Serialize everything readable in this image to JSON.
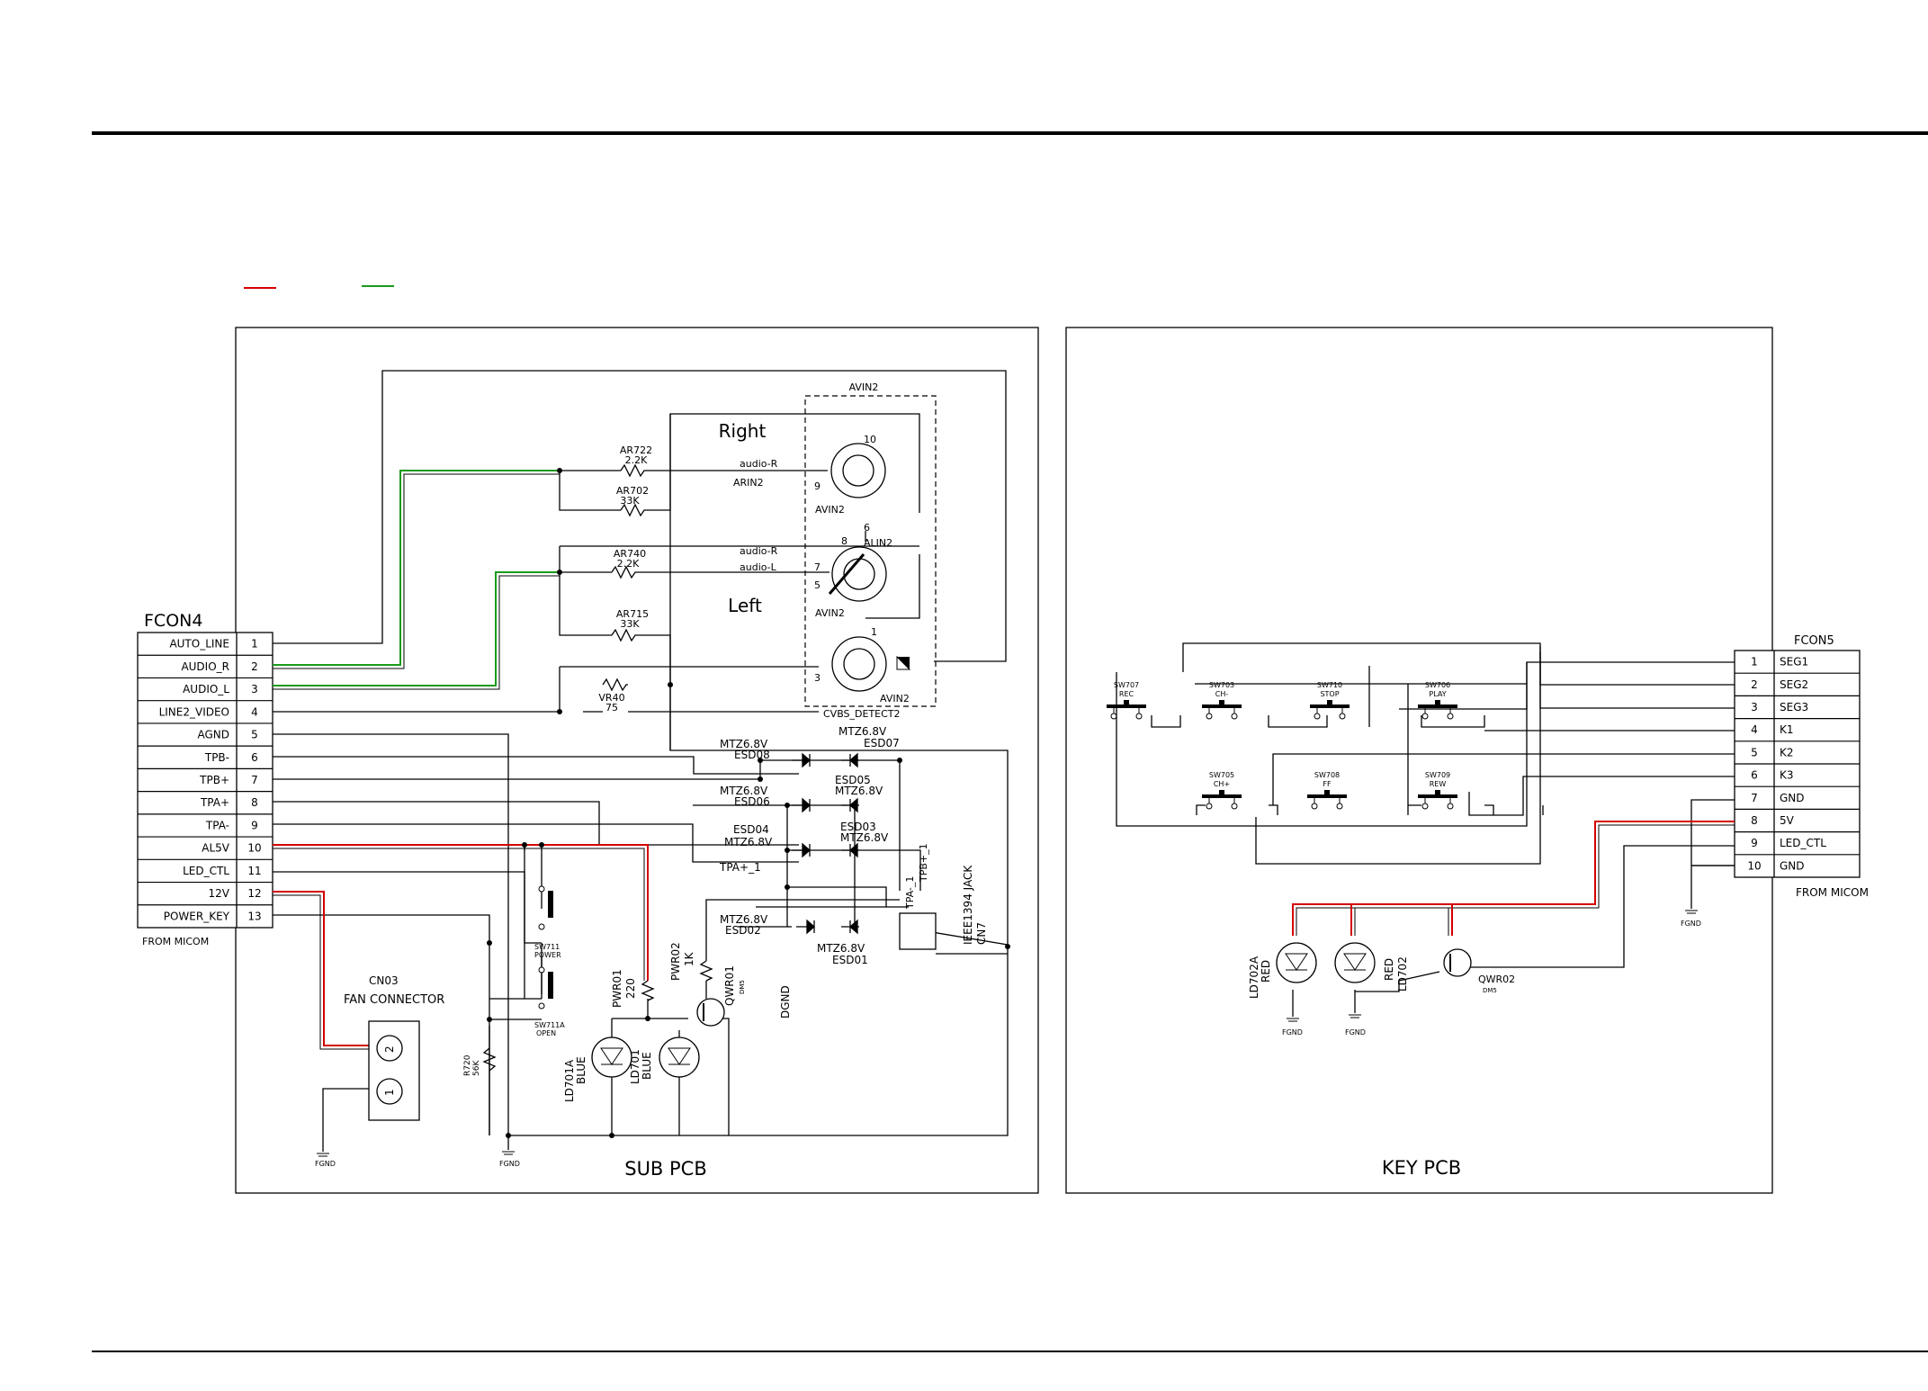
{
  "legend": {
    "red_color": "#d40000",
    "green_color": "#1a9a1a"
  },
  "sub_pcb": {
    "label": "SUB PCB",
    "fcon4": {
      "title": "FCON4",
      "from": "FROM MICOM",
      "pins": [
        {
          "num": "1",
          "name": "AUTO_LINE"
        },
        {
          "num": "2",
          "name": "AUDIO_R"
        },
        {
          "num": "3",
          "name": "AUDIO_L"
        },
        {
          "num": "4",
          "name": "LINE2_VIDEO"
        },
        {
          "num": "5",
          "name": "AGND"
        },
        {
          "num": "6",
          "name": "TPB-"
        },
        {
          "num": "7",
          "name": "TPB+"
        },
        {
          "num": "8",
          "name": "TPA+"
        },
        {
          "num": "9",
          "name": "TPA-"
        },
        {
          "num": "10",
          "name": "AL5V"
        },
        {
          "num": "11",
          "name": "LED_CTL"
        },
        {
          "num": "12",
          "name": "12V"
        },
        {
          "num": "13",
          "name": "POWER_KEY"
        }
      ]
    },
    "avin": {
      "name": "AVIN2",
      "right_label": "Right",
      "left_label": "Left",
      "jack_r": {
        "label": "AVIN2",
        "pin_top": "10",
        "pin_side": "9"
      },
      "jack_l": {
        "label": "AVIN2",
        "pin_top": "8",
        "pin_a": "7",
        "pin_b": "5",
        "pin_6": "6",
        "alin": "ALIN2"
      },
      "jack_v": {
        "label": "AVIN2",
        "pin_top": "1",
        "pin_side": "3"
      },
      "detect": "CVBS_DETECT2",
      "sig_audio_r1": "audio-R",
      "sig_arin": "ARIN2",
      "sig_audio_r2": "audio-R",
      "sig_audio_l": "audio-L"
    },
    "resistors": {
      "ar722": {
        "ref": "AR722",
        "val": "2.2K"
      },
      "ar702": {
        "ref": "AR702",
        "val": "33K"
      },
      "ar740": {
        "ref": "AR740",
        "val": "2.2K"
      },
      "ar715": {
        "ref": "AR715",
        "val": "33K"
      },
      "vr40": {
        "ref": "VR40",
        "val": "75"
      },
      "r720": {
        "ref": "R720",
        "val": "56K"
      },
      "pwr01": {
        "ref": "PWR01",
        "val": "220"
      },
      "pwr02": {
        "ref": "PWR02",
        "val": "1K"
      }
    },
    "diodes": {
      "esd07": {
        "ref": "ESD07",
        "val": "MTZ6.8V"
      },
      "esd08": {
        "ref": "ESD08",
        "val": "MTZ6.8V"
      },
      "esd05": {
        "ref": "ESD05",
        "val": "MTZ6.8V"
      },
      "esd06": {
        "ref": "ESD06",
        "val": "MTZ6.8V"
      },
      "esd04": {
        "ref": "ESD04",
        "val": "MTZ6.8V"
      },
      "esd03": {
        "ref": "ESD03",
        "val": "MTZ6.8V"
      },
      "esd02": {
        "ref": "ESD02",
        "val": "MTZ6.8V"
      },
      "esd01": {
        "ref": "ESD01",
        "val": "MTZ6.8V"
      }
    },
    "tpa_plus_1": "TPA+_1",
    "ieee_jack": {
      "name": "IEEE1394 JACK",
      "ref": "CN7",
      "pin_tpa": "TPA-_1",
      "pin_tpb": "TPB+_1"
    },
    "sw711": {
      "ref": "SW711",
      "name": "POWER"
    },
    "sw711a": {
      "ref": "SW711A",
      "name": "OPEN"
    },
    "cn03": {
      "ref": "CN03",
      "name": "FAN CONNECTOR",
      "pin1": "1",
      "pin2": "2"
    },
    "qwr01": {
      "ref": "QWR01",
      "part": "DM5"
    },
    "dgnd": "DGND",
    "ld701a": {
      "ref": "LD701A",
      "color": "BLUE"
    },
    "ld701": {
      "ref": "LD701",
      "color": "BLUE"
    },
    "fgnd": "FGND"
  },
  "key_pcb": {
    "label": "KEY PCB",
    "fcon5": {
      "title": "FCON5",
      "from": "FROM MICOM",
      "pins": [
        {
          "num": "1",
          "name": "SEG1"
        },
        {
          "num": "2",
          "name": "SEG2"
        },
        {
          "num": "3",
          "name": "SEG3"
        },
        {
          "num": "4",
          "name": "K1"
        },
        {
          "num": "5",
          "name": "K2"
        },
        {
          "num": "6",
          "name": "K3"
        },
        {
          "num": "7",
          "name": "GND"
        },
        {
          "num": "8",
          "name": "5V"
        },
        {
          "num": "9",
          "name": "LED_CTL"
        },
        {
          "num": "10",
          "name": "GND"
        }
      ]
    },
    "switches": [
      {
        "ref": "SW707",
        "name": "REC"
      },
      {
        "ref": "SW703",
        "name": "CH-"
      },
      {
        "ref": "SW710",
        "name": "STOP"
      },
      {
        "ref": "SW706",
        "name": "PLAY"
      },
      {
        "ref": "SW705",
        "name": "CH+"
      },
      {
        "ref": "SW708",
        "name": "FF"
      },
      {
        "ref": "SW709",
        "name": "REW"
      }
    ],
    "ld702a": {
      "ref": "LD702A",
      "color": "RED"
    },
    "ld702": {
      "ref": "LD702",
      "color": "RED"
    },
    "qwr02": {
      "ref": "QWR02",
      "part": "DM5"
    },
    "fgnd": "FGND"
  }
}
